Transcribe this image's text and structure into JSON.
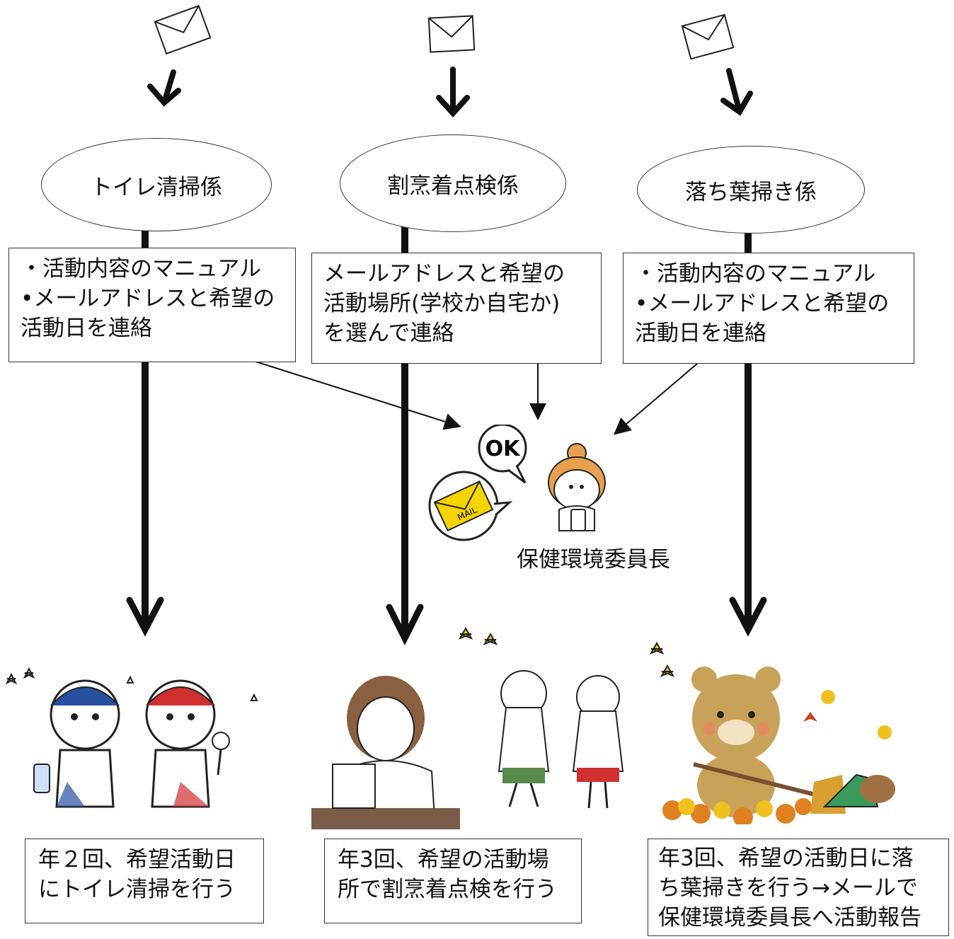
{
  "roles": [
    {
      "name": "トイレ清掃係",
      "info": [
        "・活動内容のマニュアル",
        "•メールアドレスと希望の",
        "活動日を連絡"
      ],
      "result": [
        "年２回、希望活動日",
        "にトイレ清掃を行う"
      ]
    },
    {
      "name": "割烹着点検係",
      "info": [
        "メールアドレスと希望の",
        "活動場所(学校か自宅か)",
        "を選んで連絡"
      ],
      "result": [
        "年3回、希望の活動場",
        "所で割烹着点検を行う"
      ]
    },
    {
      "name": "落ち葉掃き係",
      "info": [
        "・活動内容のマニュアル",
        "•メールアドレスと希望の",
        "活動日を連絡"
      ],
      "result": [
        "年3回、希望の活動日に落",
        "ち葉掃きを行う→メールで",
        "保健環境委員長へ活動報告"
      ]
    }
  ],
  "chair": {
    "label": "保健環境委員長",
    "ok_text": "OK",
    "mail_text": "MAIL"
  },
  "colors": {
    "line": "#111111",
    "mail_yellow": "#f5d400",
    "bear": "#c9a25a"
  }
}
